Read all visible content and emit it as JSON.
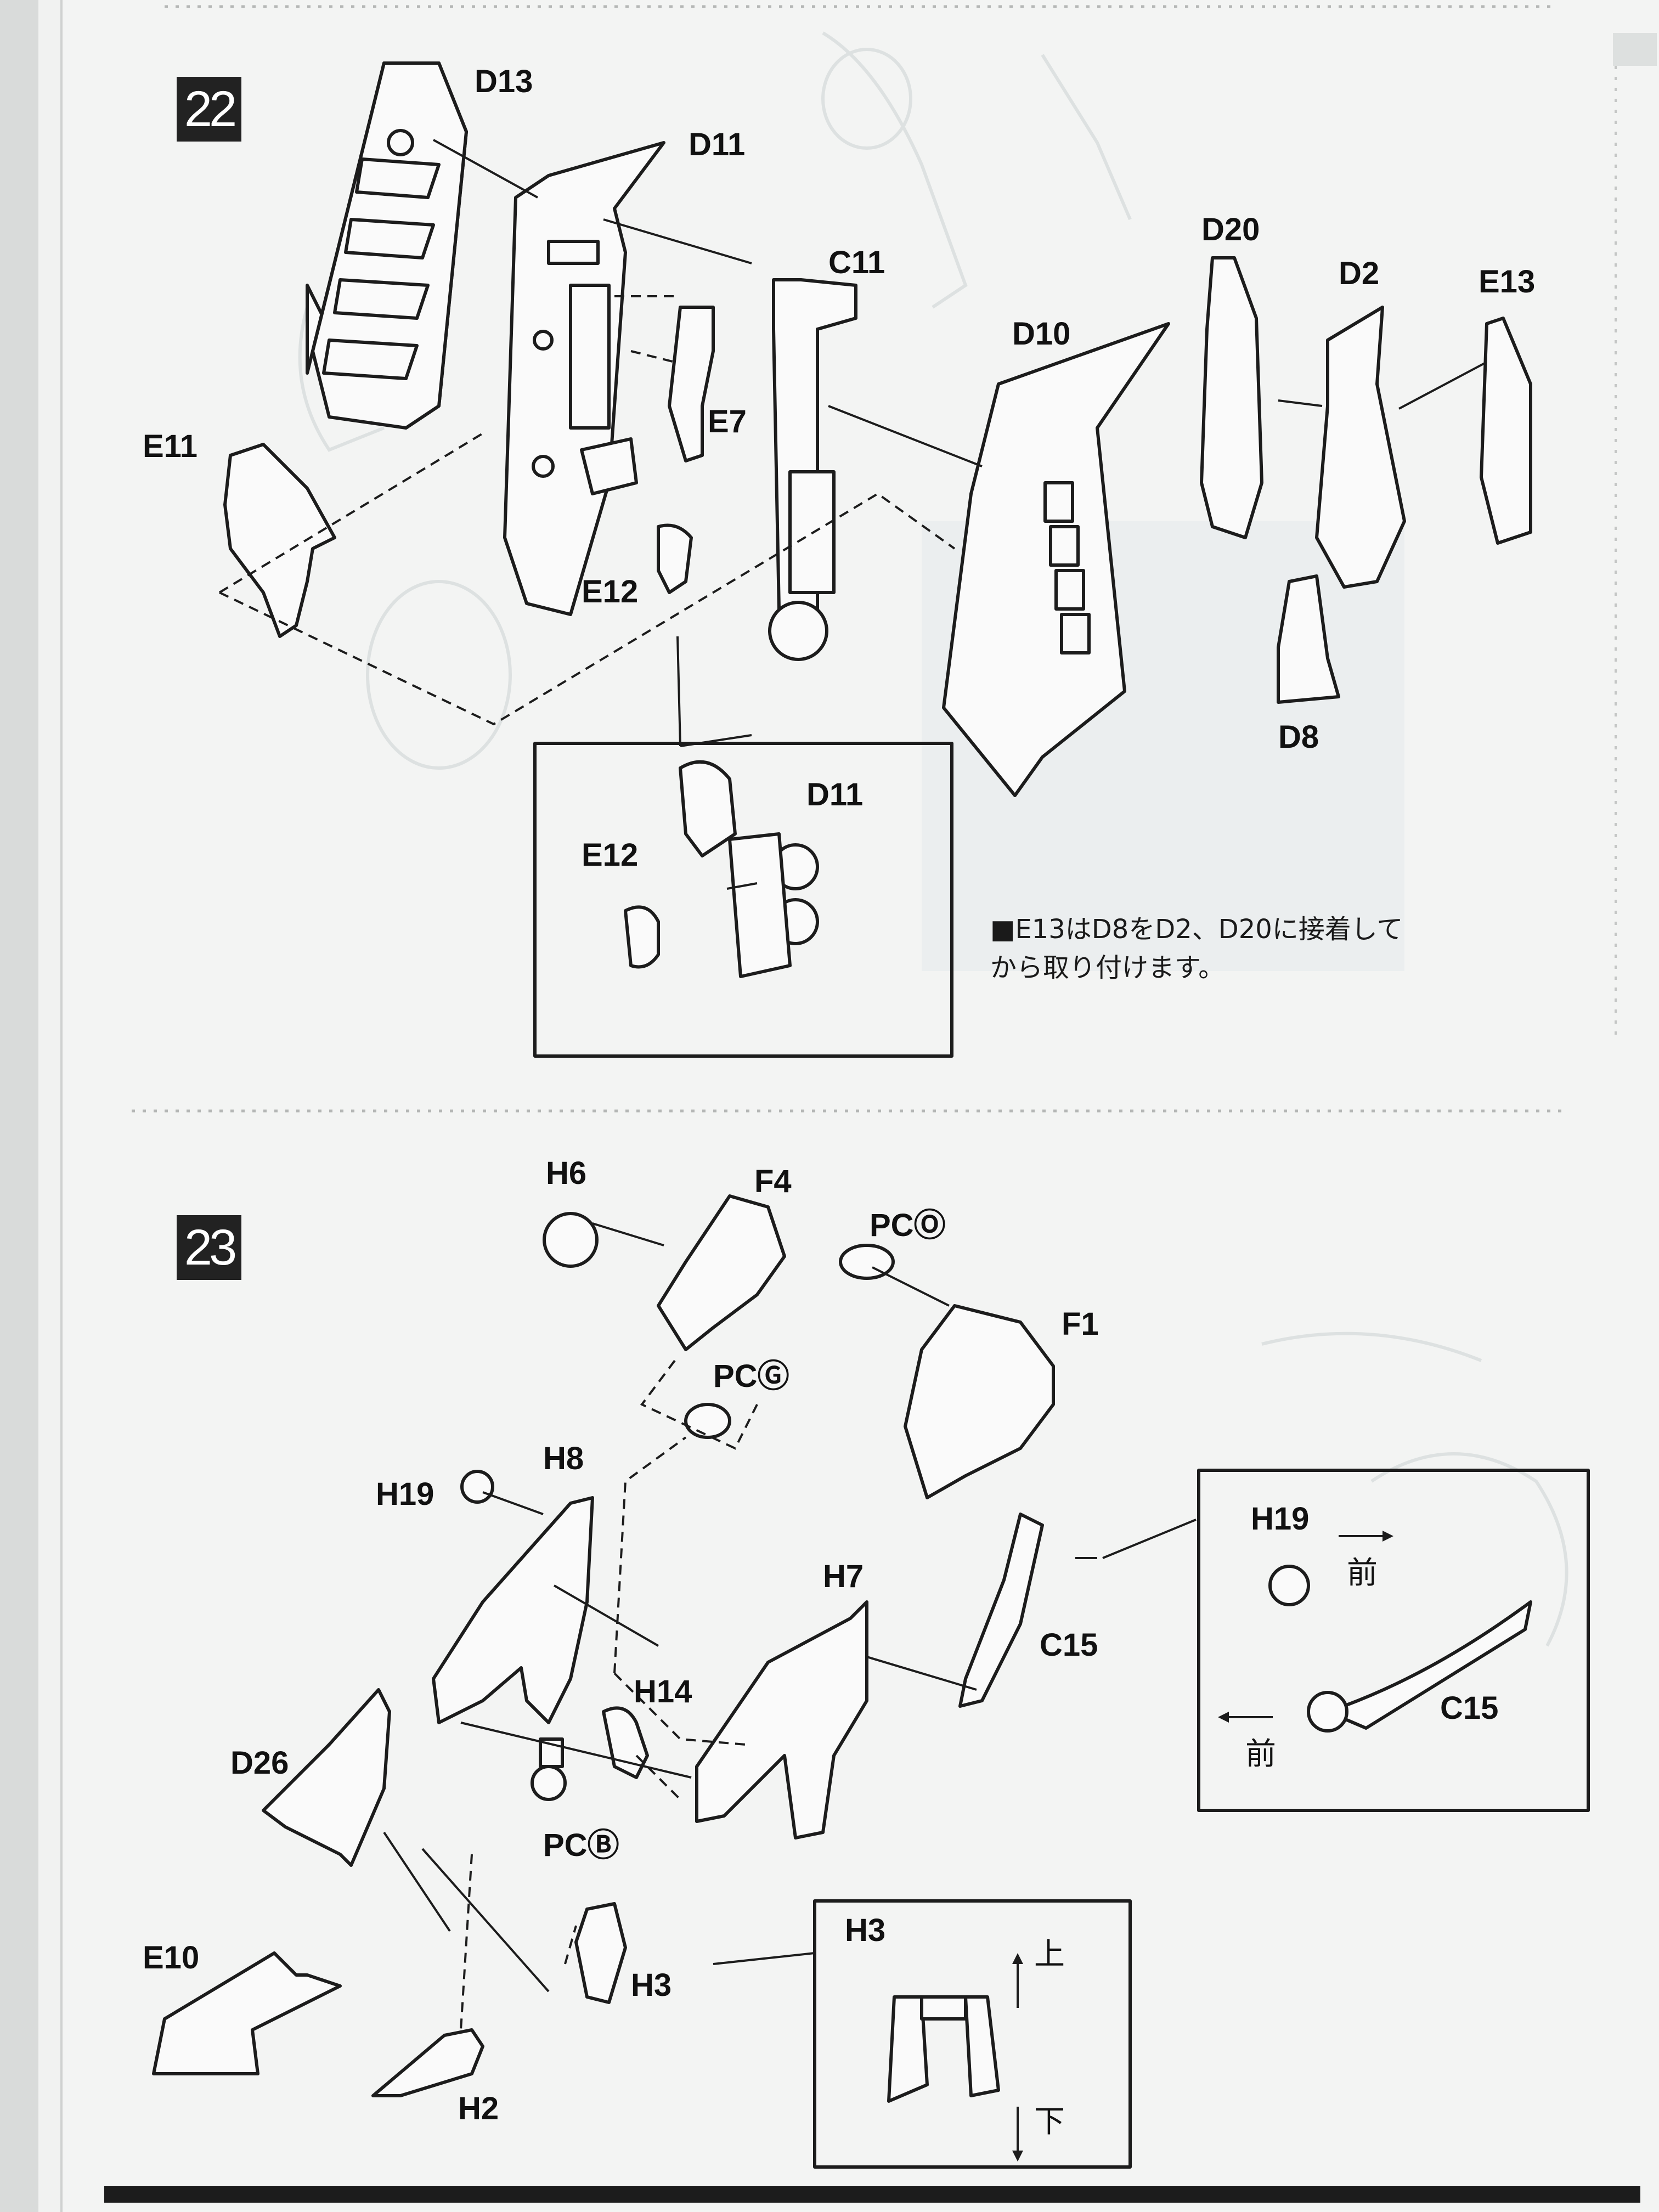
{
  "steps": {
    "s22": "22",
    "s23": "23"
  },
  "step22": {
    "labels": {
      "D13": "D13",
      "D11": "D11",
      "C11": "C11",
      "D20": "D20",
      "D2": "D2",
      "E13": "E13",
      "D10": "D10",
      "E7": "E7",
      "E11": "E11",
      "E12": "E12",
      "D8": "D8",
      "inset_D11": "D11",
      "inset_E12": "E12"
    },
    "note_line1": "■E13はD8をD2、D20に接着して",
    "note_line2": "から取り付けます。"
  },
  "step23": {
    "labels": {
      "H6": "H6",
      "F4": "F4",
      "PCO": "PCⓄ",
      "F1": "F1",
      "PCG": "PCⒼ",
      "H8": "H8",
      "H19": "H19",
      "H7": "H7",
      "C15": "C15",
      "H14": "H14",
      "D26": "D26",
      "PCB": "PCⒷ",
      "E10": "E10",
      "H3": "H3",
      "H2": "H2"
    },
    "inset_front": {
      "h19": "H19",
      "c15": "C15",
      "front_top": "前",
      "front_bottom": "前"
    },
    "inset_h3": {
      "h3": "H3",
      "up": "上",
      "down": "下"
    }
  }
}
